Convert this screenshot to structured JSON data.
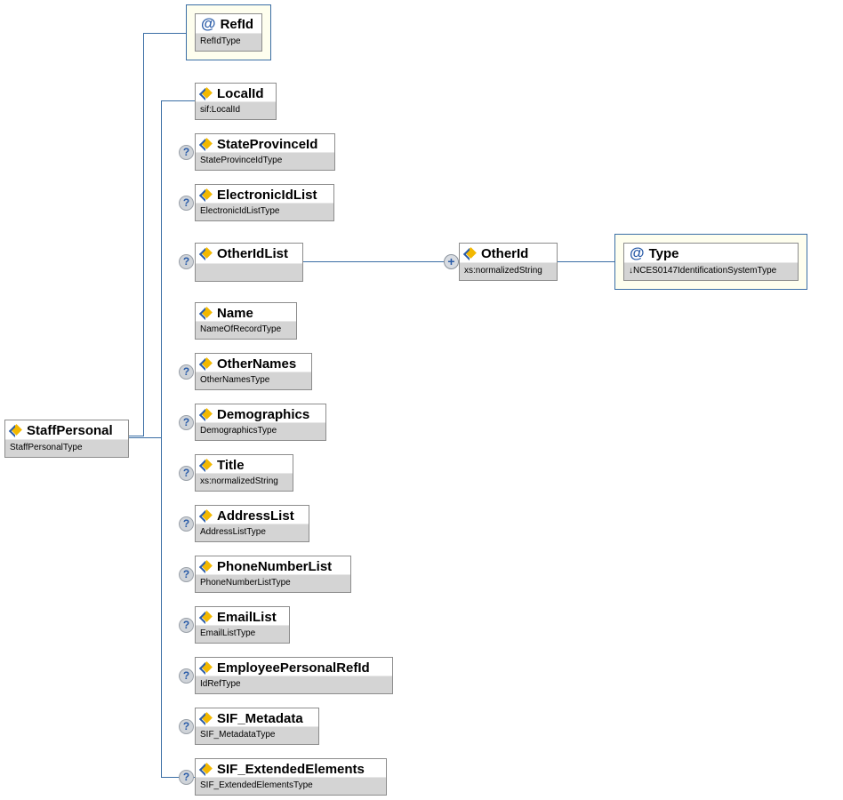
{
  "root": {
    "name": "StaffPersonal",
    "type": "StaffPersonalType"
  },
  "attribute": {
    "name": "RefId",
    "type": "RefIdType"
  },
  "children": [
    {
      "name": "LocalId",
      "type": "sif:LocalId",
      "optional": false
    },
    {
      "name": "StateProvinceId",
      "type": "StateProvinceIdType",
      "optional": true
    },
    {
      "name": "ElectronicIdList",
      "type": "ElectronicIdListType",
      "optional": true
    },
    {
      "name": "OtherIdList",
      "type": "",
      "optional": true
    },
    {
      "name": "Name",
      "type": "NameOfRecordType",
      "optional": false
    },
    {
      "name": "OtherNames",
      "type": "OtherNamesType",
      "optional": true
    },
    {
      "name": "Demographics",
      "type": "DemographicsType",
      "optional": true
    },
    {
      "name": "Title",
      "type": "xs:normalizedString",
      "optional": true
    },
    {
      "name": "AddressList",
      "type": "AddressListType",
      "optional": true
    },
    {
      "name": "PhoneNumberList",
      "type": "PhoneNumberListType",
      "optional": true
    },
    {
      "name": "EmailList",
      "type": "EmailListType",
      "optional": true
    },
    {
      "name": "EmployeePersonalRefId",
      "type": "IdRefType",
      "optional": true
    },
    {
      "name": "SIF_Metadata",
      "type": "SIF_MetadataType",
      "optional": true
    },
    {
      "name": "SIF_ExtendedElements",
      "type": "SIF_ExtendedElementsType",
      "optional": true
    }
  ],
  "other_id": {
    "name": "OtherId",
    "type": "xs:normalizedString"
  },
  "other_id_attribute": {
    "name": "Type",
    "type": "↓NCES0147IdentificationSystemType"
  },
  "icons": {
    "optional": "?",
    "expand": "+",
    "attribute": "@"
  }
}
